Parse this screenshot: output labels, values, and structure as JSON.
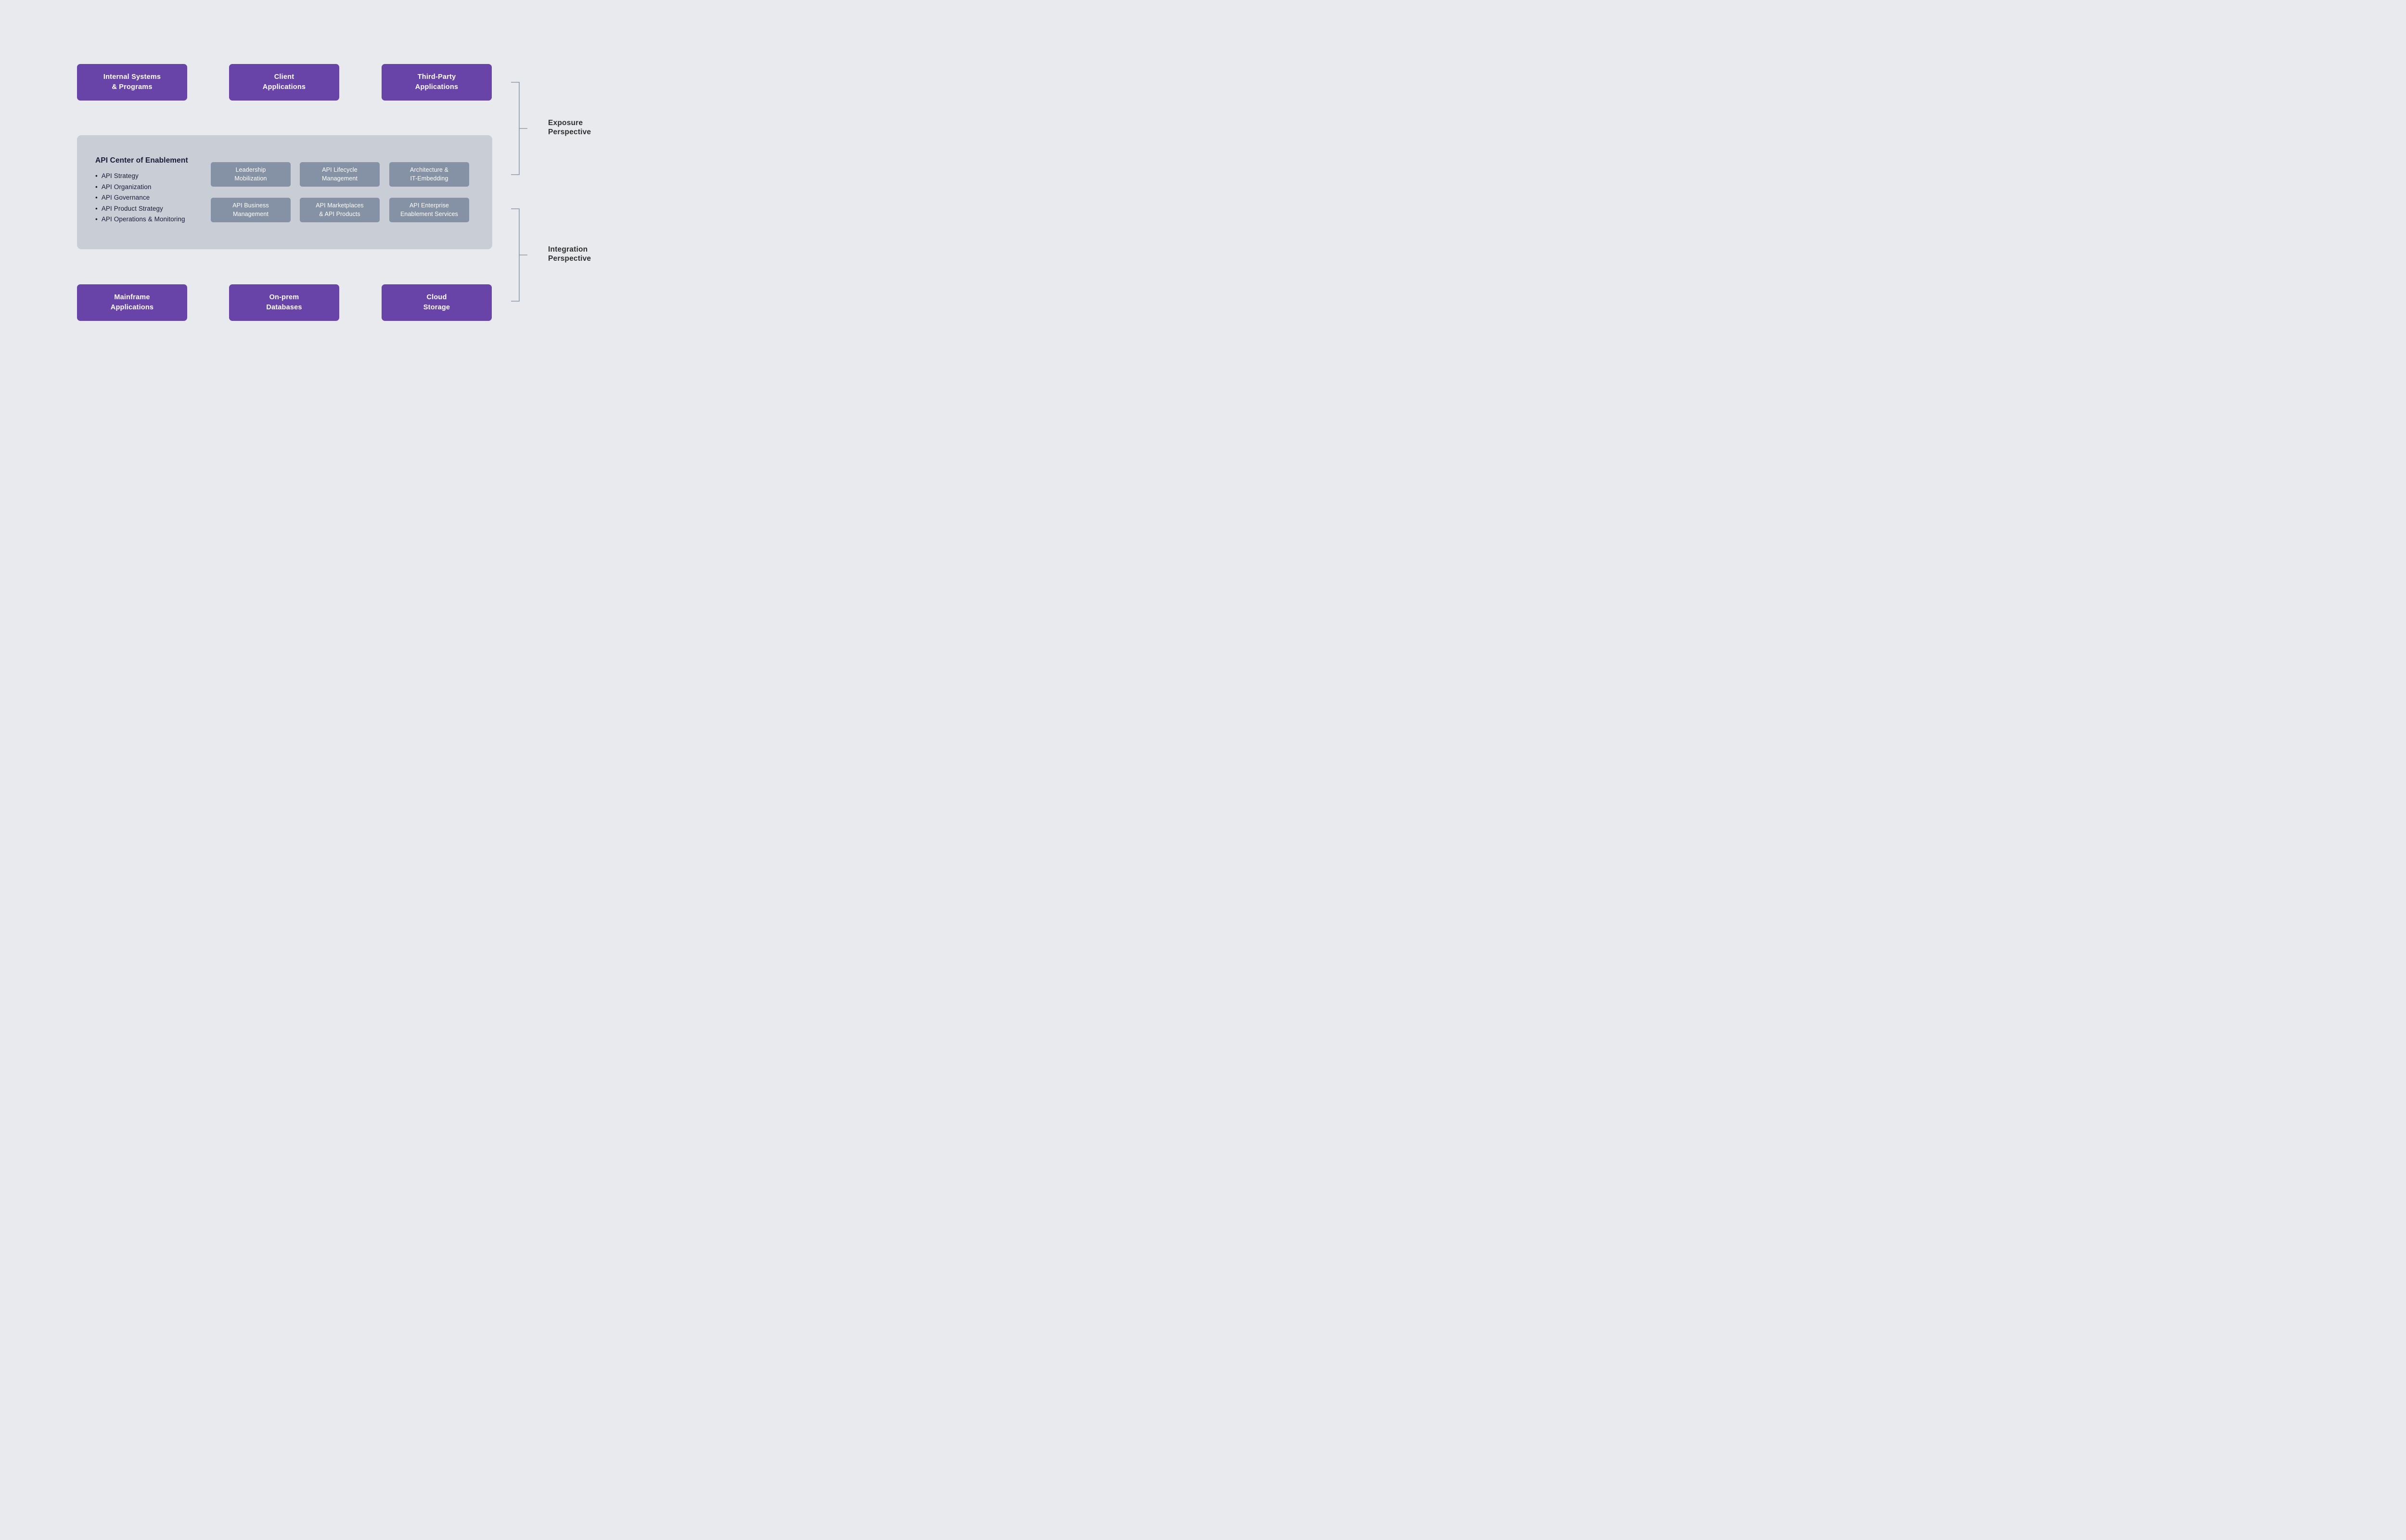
{
  "colors": {
    "bg": "#E9EAEE",
    "purple": "#6843A8",
    "container": "#C9CDD6",
    "slate": "#8591A4",
    "text_dark": "#1A1A38",
    "text_label": "#2E2E2E",
    "bracket": "#8C99AC",
    "white": "#FFFFFF"
  },
  "top_row": [
    {
      "label": "Internal Systems\n& Programs"
    },
    {
      "label": "Client\nApplications"
    },
    {
      "label": "Third-Party\nApplications"
    }
  ],
  "coe": {
    "title": "API Center of Enablement",
    "bullet_char": "•",
    "bullets": [
      "API Strategy",
      "API Organization",
      "API Governance",
      "API Product Strategy",
      "API Operations & Monitoring"
    ],
    "capabilities": [
      {
        "label": "Leadership\nMobilization"
      },
      {
        "label": "API Lifecycle\nManagement"
      },
      {
        "label": "Architecture &\nIT-Embedding"
      },
      {
        "label": "API Business\nManagement"
      },
      {
        "label": "API Marketplaces\n& API Products"
      },
      {
        "label": "API Enterprise\nEnablement Services"
      }
    ]
  },
  "bottom_row": [
    {
      "label": "Mainframe\nApplications"
    },
    {
      "label": "On-prem\nDatabases"
    },
    {
      "label": "Cloud\nStorage"
    }
  ],
  "annotations": [
    {
      "label": "Exposure\nPerspective"
    },
    {
      "label": "Integration\nPerspective"
    }
  ]
}
